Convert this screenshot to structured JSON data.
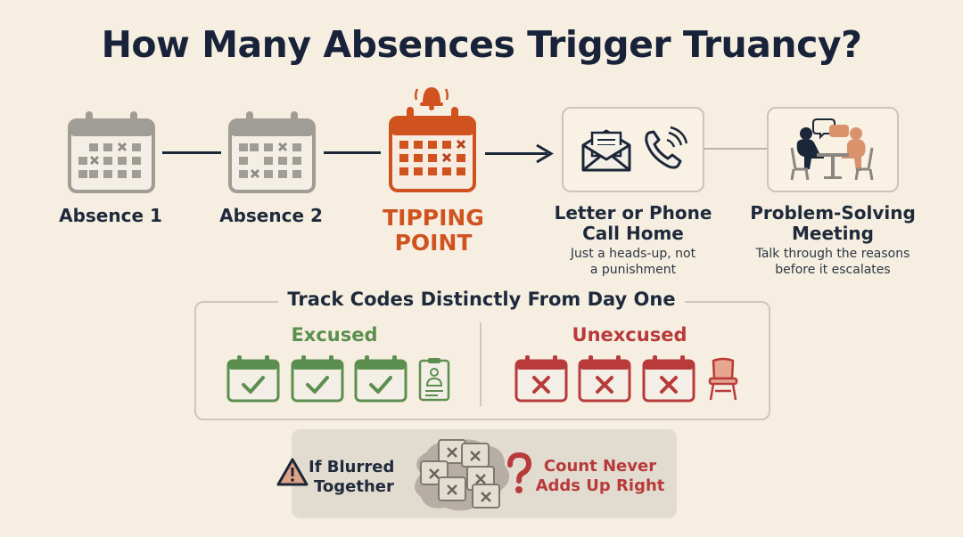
{
  "title": "How Many Absences Trigger Truancy?",
  "flow": {
    "absence1": "Absence 1",
    "absence2": "Absence 2",
    "tipping_line1": "TIPPING",
    "tipping_line2": "POINT",
    "letter_line1": "Letter or Phone",
    "letter_line2": "Call Home",
    "letter_sub1": "Just a heads-up, not",
    "letter_sub2": "a punishment",
    "meeting_line1": "Problem-Solving",
    "meeting_line2": "Meeting",
    "meeting_sub1": "Talk through the reasons",
    "meeting_sub2": "before it escalates"
  },
  "track": {
    "title": "Track Codes Distinctly From Day One",
    "excused": "Excused",
    "unexcused": "Unexcused"
  },
  "warning": {
    "left_line1": "If Blurred",
    "left_line2": "Together",
    "right_line1": "Count Never",
    "right_line2": "Adds Up Right"
  },
  "colors": {
    "gray": "#a09c96",
    "orange": "#d0521f",
    "green": "#5c8f4f",
    "red": "#b83a3a",
    "navy": "#1b2738"
  }
}
